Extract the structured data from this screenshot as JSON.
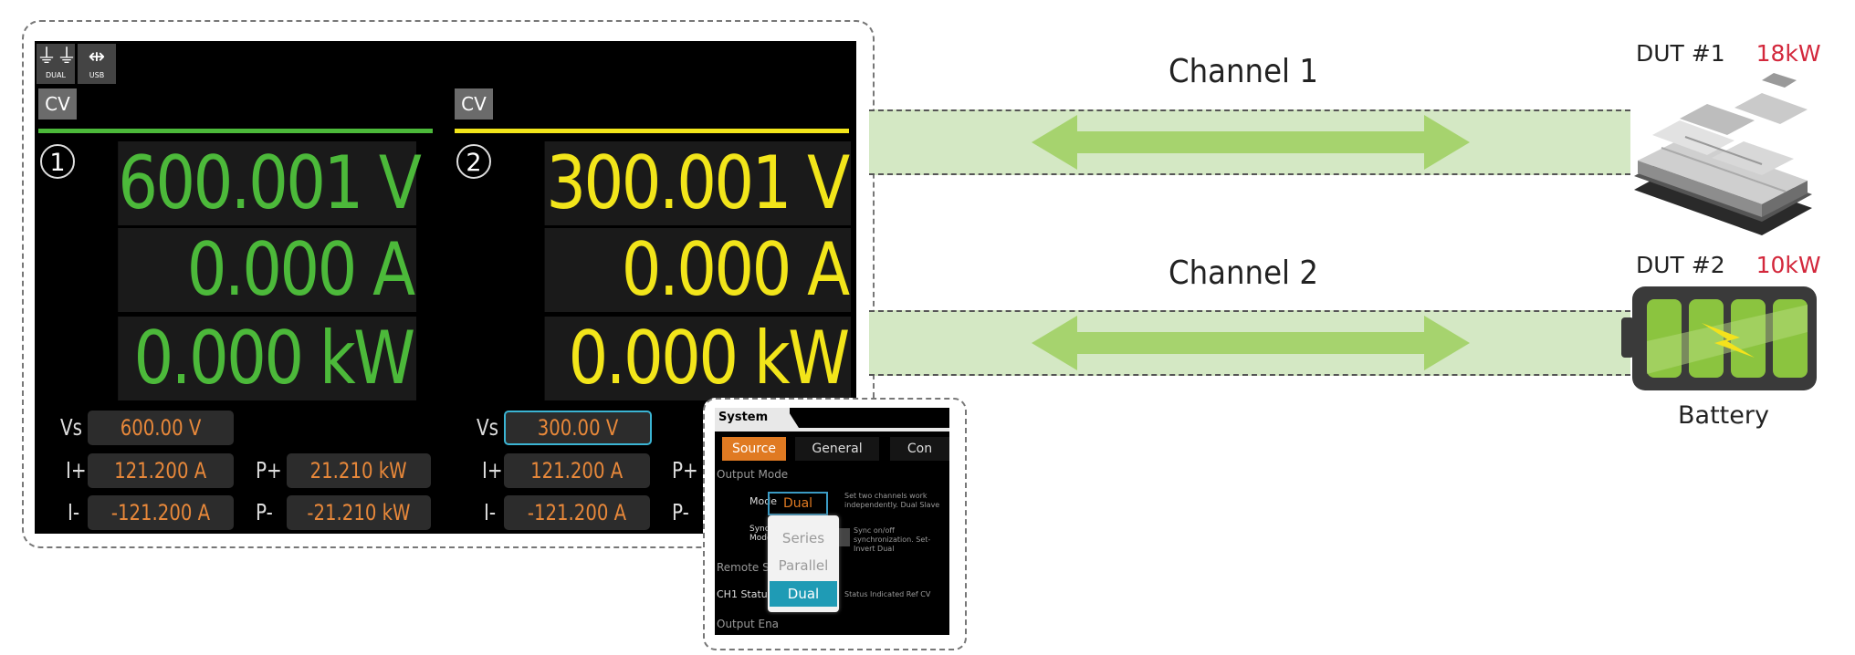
{
  "screen": {
    "status_icons": [
      {
        "icon": "dual-channel-icon",
        "glyph": "⏚⏚",
        "label": "DUAL"
      },
      {
        "icon": "usb-icon",
        "glyph": "⇹",
        "label": "USB"
      }
    ],
    "channels": [
      {
        "number": "1",
        "mode": "CV",
        "accent": "#4cb93a",
        "voltage": "600.001 V",
        "current": "0.000 A",
        "power": "0.000 kW",
        "vs_label": "Vs",
        "vs_value": "600.00 V",
        "iplus_label": "I+",
        "iplus_value": "121.200 A",
        "iminus_label": "I-",
        "iminus_value": "-121.200 A",
        "pplus_label": "P+",
        "pplus_value": "21.210 kW",
        "pminus_label": "P-",
        "pminus_value": "-21.210 kW"
      },
      {
        "number": "2",
        "mode": "CV",
        "accent": "#f2e51a",
        "voltage": "300.001 V",
        "current": "0.000 A",
        "power": "0.000 kW",
        "vs_label": "Vs",
        "vs_value": "300.00 V",
        "iplus_label": "I+",
        "iplus_value": "121.200 A",
        "iminus_label": "I-",
        "iminus_value": "-121.200 A",
        "pplus_label": "P+",
        "pminus_label": "P-"
      }
    ]
  },
  "links": [
    {
      "label": "Channel 1"
    },
    {
      "label": "Channel 2"
    }
  ],
  "duts": [
    {
      "name": "DUT #1",
      "power": "18kW",
      "caption": ""
    },
    {
      "name": "DUT #2",
      "power": "10kW",
      "caption": "Battery"
    }
  ],
  "popup": {
    "title": "System",
    "tabs": [
      "Source",
      "General",
      "Con"
    ],
    "section_output_mode": "Output Mode",
    "mode_label": "Mode",
    "mode_value": "Dual",
    "mode_hint": "Set two channels work independently. Dual Slave",
    "sync_label": "Sync Mode",
    "sync_hint": "Sync on/off synchronization. Set-Invert Dual",
    "remote_label": "Remote Sen",
    "ch1_label": "CH1 Status",
    "ch1_hint": "Status Indicated  Ref CV",
    "output_label": "Output Ena",
    "dropdown_options": [
      "Series",
      "Parallel",
      "Dual"
    ],
    "dropdown_selected": "Dual",
    "colors": {
      "accent": "#e07a22",
      "selected": "#1f9bb5"
    }
  },
  "colors": {
    "power_red": "#d3283c",
    "band": "#d4e8c4",
    "arrow": "#a6d36e"
  }
}
